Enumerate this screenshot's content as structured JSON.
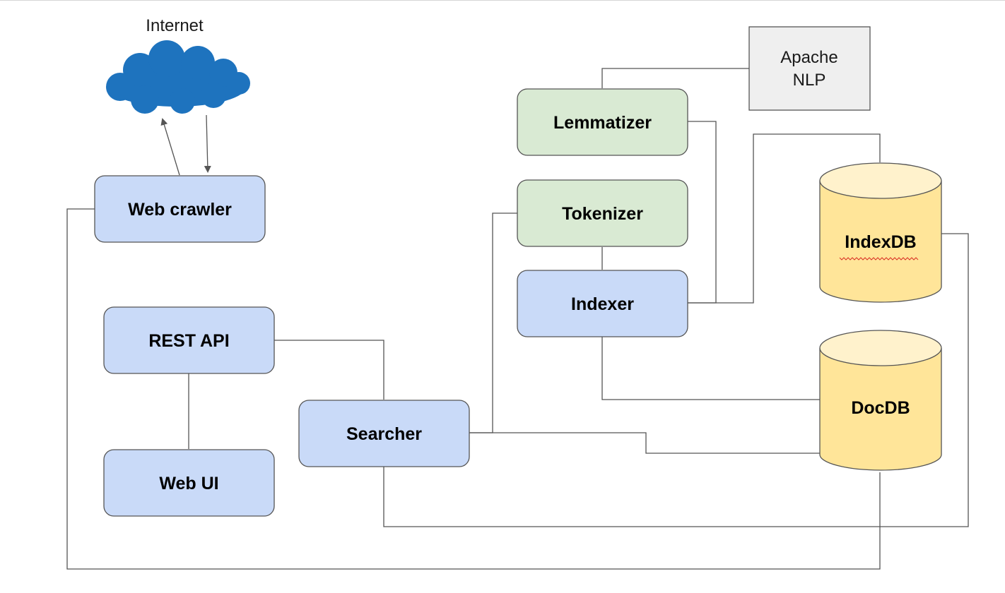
{
  "colors": {
    "component_fill": "#c9daf8",
    "nlp_fill": "#d9ead3",
    "database_fill": "#ffe599",
    "external_fill": "#efefef",
    "cloud_fill": "#1e73be",
    "stroke": "#555555"
  },
  "internet": {
    "label": "Internet",
    "icon": "cloud-icon"
  },
  "components": {
    "web_crawler": "Web crawler",
    "rest_api": "REST API",
    "web_ui": "Web UI",
    "searcher": "Searcher",
    "lemmatizer": "Lemmatizer",
    "tokenizer": "Tokenizer",
    "indexer": "Indexer"
  },
  "external": {
    "apache_nlp_line1": "Apache",
    "apache_nlp_line2": "NLP"
  },
  "databases": {
    "index_db": "IndexDB",
    "doc_db": "DocDB"
  }
}
